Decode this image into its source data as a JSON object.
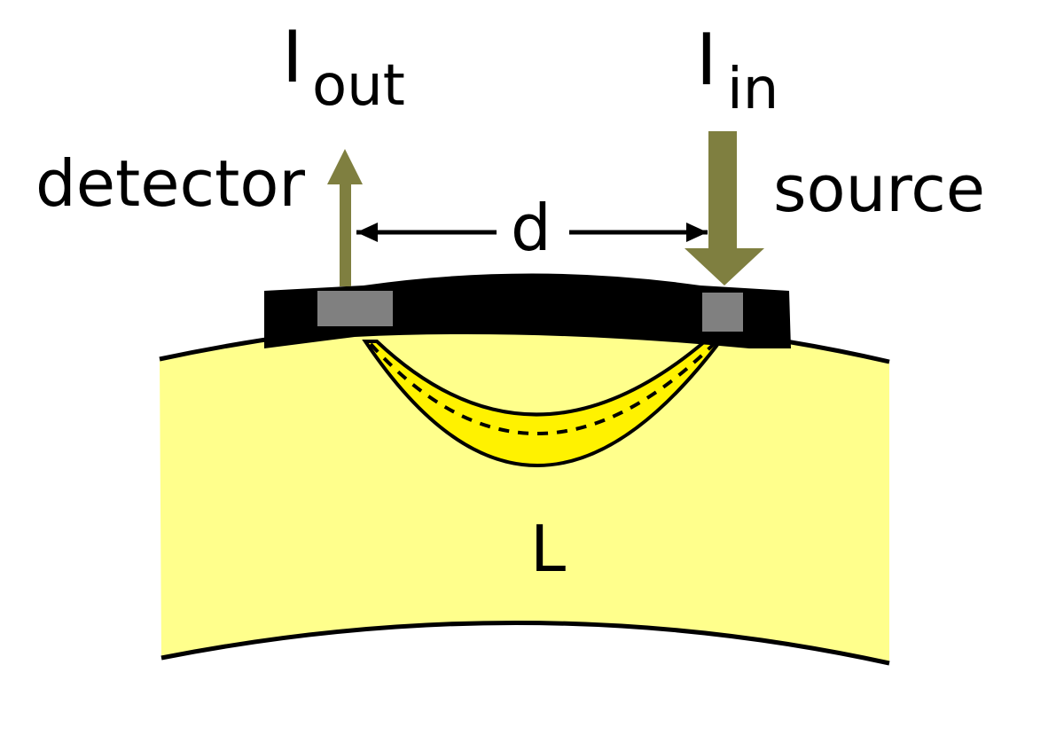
{
  "labels": {
    "i_out_main": "I",
    "i_out_sub": "out",
    "i_in_main": "I",
    "i_in_sub": "in",
    "detector": "detector",
    "source": "source",
    "distance": "d",
    "path_length": "L"
  },
  "colors": {
    "tissue": "#FFFF8C",
    "banana": "#FFF200",
    "probe": "#000000",
    "optode": "#808080",
    "arrow": "#7F7F40",
    "outline": "#000000"
  }
}
